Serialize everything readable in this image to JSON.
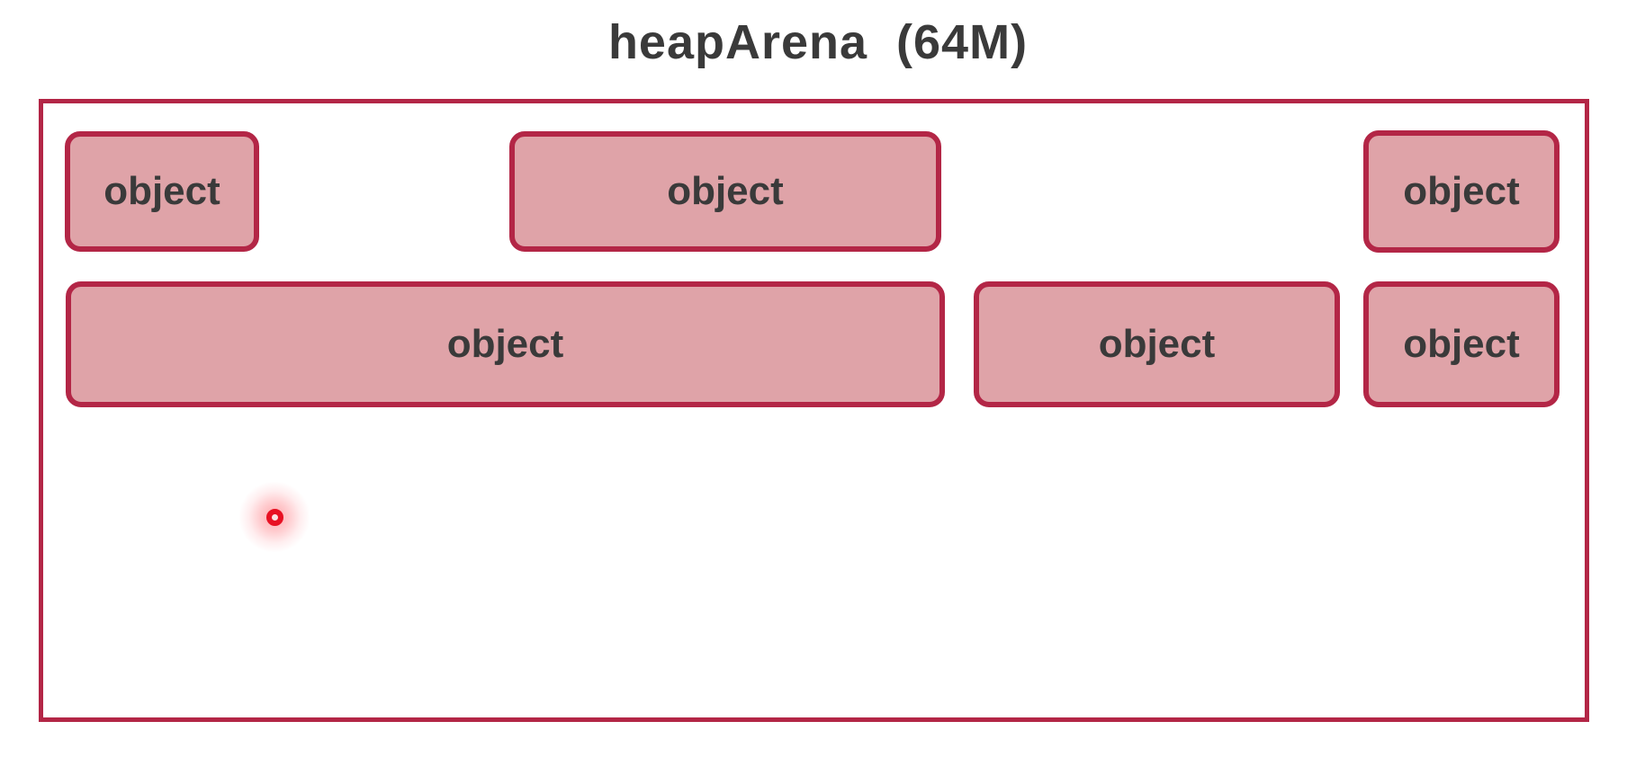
{
  "title": "heapArena  (64M)",
  "arena": {
    "objects": [
      {
        "label": "object"
      },
      {
        "label": "object"
      },
      {
        "label": "object"
      },
      {
        "label": "object"
      },
      {
        "label": "object"
      },
      {
        "label": "object"
      }
    ]
  },
  "cursor": {
    "icon": "red-dot-click-indicator"
  },
  "colors": {
    "border": "#b32646",
    "object_fill": "#dfa3a8",
    "text": "#3a3a3a",
    "cursor_dot": "#e81123",
    "background": "#ffffff"
  }
}
